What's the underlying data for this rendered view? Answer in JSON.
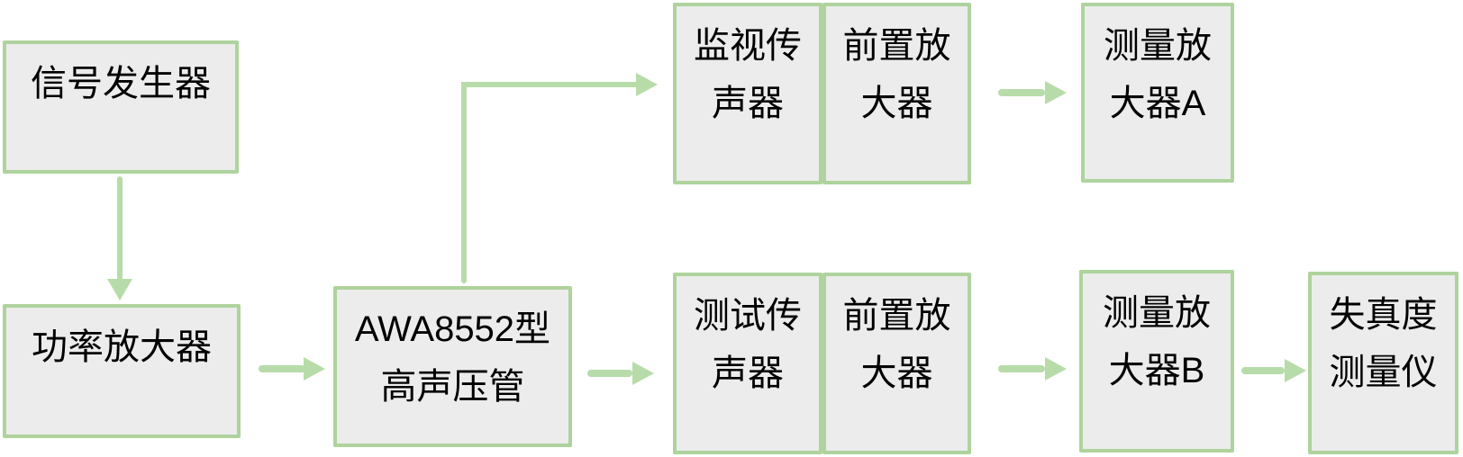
{
  "diagram": {
    "background_color": "#ffffff",
    "colors": {
      "box_fill": "#ececec",
      "box_border": "#aed39c",
      "arrow": "#b7dca9",
      "text": "#000000"
    },
    "boxes": [
      {
        "id": "signal-generator",
        "label": "信号发生器",
        "lines": [
          "信号发生器"
        ]
      },
      {
        "id": "power-amplifier",
        "label": "功率放大器",
        "lines": [
          "功率放大器"
        ]
      },
      {
        "id": "awa8552-high-sound-pressure-tube",
        "label": "AWA8552型高声压管",
        "lines": [
          "AWA8552型",
          "高声压管"
        ]
      },
      {
        "id": "monitor-microphone",
        "label": "监视传声器",
        "lines": [
          "监视传",
          "声器"
        ]
      },
      {
        "id": "preamplifier-top",
        "label": "前置放大器",
        "lines": [
          "前置放",
          "大器"
        ]
      },
      {
        "id": "measuring-amplifier-a",
        "label": "测量放大器A",
        "lines": [
          "测量放",
          "大器A"
        ]
      },
      {
        "id": "test-microphone",
        "label": "测试传声器",
        "lines": [
          "测试传",
          "声器"
        ]
      },
      {
        "id": "preamplifier-bottom",
        "label": "前置放大器",
        "lines": [
          "前置放",
          "大器"
        ]
      },
      {
        "id": "measuring-amplifier-b",
        "label": "测量放大器B",
        "lines": [
          "测量放",
          "大器B"
        ]
      },
      {
        "id": "distortion-meter",
        "label": "失真度测量仪",
        "lines": [
          "失真度",
          "测量仪"
        ]
      }
    ],
    "connections": [
      {
        "from": "signal-generator",
        "to": "power-amplifier",
        "type": "arrow-down"
      },
      {
        "from": "power-amplifier",
        "to": "awa8552-high-sound-pressure-tube",
        "type": "arrow-right"
      },
      {
        "from": "awa8552-high-sound-pressure-tube",
        "to": "monitor-microphone",
        "type": "elbow-up-right-arrow"
      },
      {
        "from": "awa8552-high-sound-pressure-tube",
        "to": "test-microphone",
        "type": "arrow-right"
      },
      {
        "from": "preamplifier-top",
        "to": "measuring-amplifier-a",
        "type": "arrow-right"
      },
      {
        "from": "preamplifier-bottom",
        "to": "measuring-amplifier-b",
        "type": "arrow-right"
      },
      {
        "from": "measuring-amplifier-b",
        "to": "distortion-meter",
        "type": "arrow-right"
      }
    ]
  }
}
